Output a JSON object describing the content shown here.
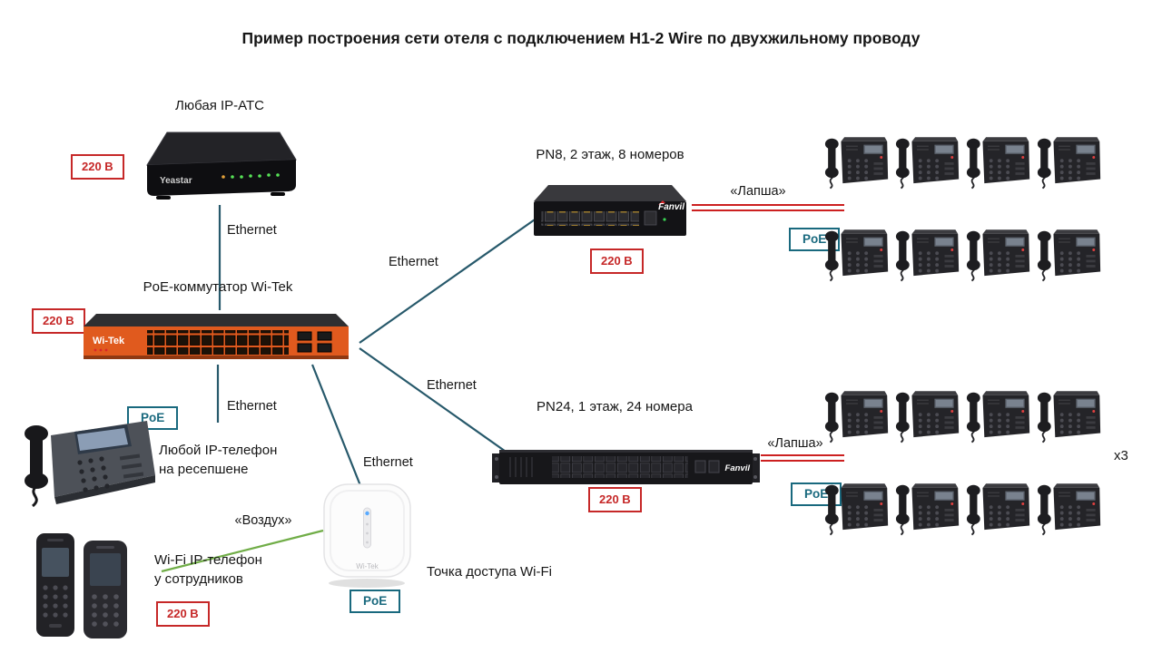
{
  "title": "Пример построения сети отеля с подключением H1-2 Wire по двухжильному проводу",
  "badges": {
    "power": "220 В",
    "poe": "PoE"
  },
  "labels": {
    "ethernet": "Ethernet",
    "lapsha": "«Лапша»",
    "vozduh": "«Воздух»",
    "multiplier": "x3"
  },
  "nodes": {
    "pbx": {
      "label": "Любая IP-АТС",
      "brand": "Yeastar"
    },
    "core_switch": {
      "label": "PoE-коммутатор Wi-Tek",
      "brand": "Wi-Tek"
    },
    "pn8": {
      "label": "PN8, 2 этаж, 8 номеров",
      "brand": "Fanvil"
    },
    "pn24": {
      "label": "PN24, 1 этаж, 24 номера",
      "brand": "Fanvil"
    },
    "reception_phone": {
      "label": "Любой IP-телефон\nна ресепшене"
    },
    "wifi_phone": {
      "label": "Wi-Fi IP-телефон\nу сотрудников"
    },
    "access_point": {
      "label": "Точка доступа Wi-Fi",
      "brand": "Wi-Tek"
    }
  },
  "colors": {
    "power_badge": "#c62828",
    "poe_badge": "#19697e",
    "ethernet_line": "#27596b",
    "lapsha_line": "#cc2020",
    "air_line": "#70ad47",
    "core_switch_body": "#e05a1e"
  }
}
